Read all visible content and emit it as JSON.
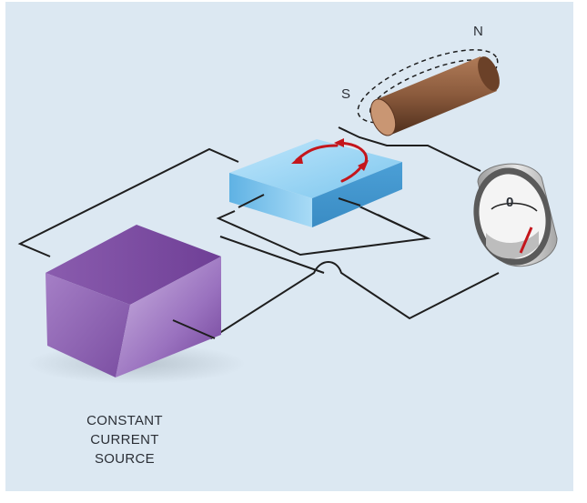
{
  "diagram": {
    "magnet": {
      "north_label": "N",
      "south_label": "S"
    },
    "meter": {
      "reading_label": "0"
    },
    "source": {
      "caption_lines": [
        "CONSTANT",
        "CURRENT",
        "SOURCE"
      ]
    },
    "colors": {
      "background": "#dce8f2",
      "wire": "#1e1e1e",
      "current_arrows": "#c4161c",
      "semiconductor_plate": "#7cc6ee",
      "current_source": "#8d60b0",
      "magnet": "#8a5a3c",
      "meter_needle": "#c4161c"
    }
  }
}
